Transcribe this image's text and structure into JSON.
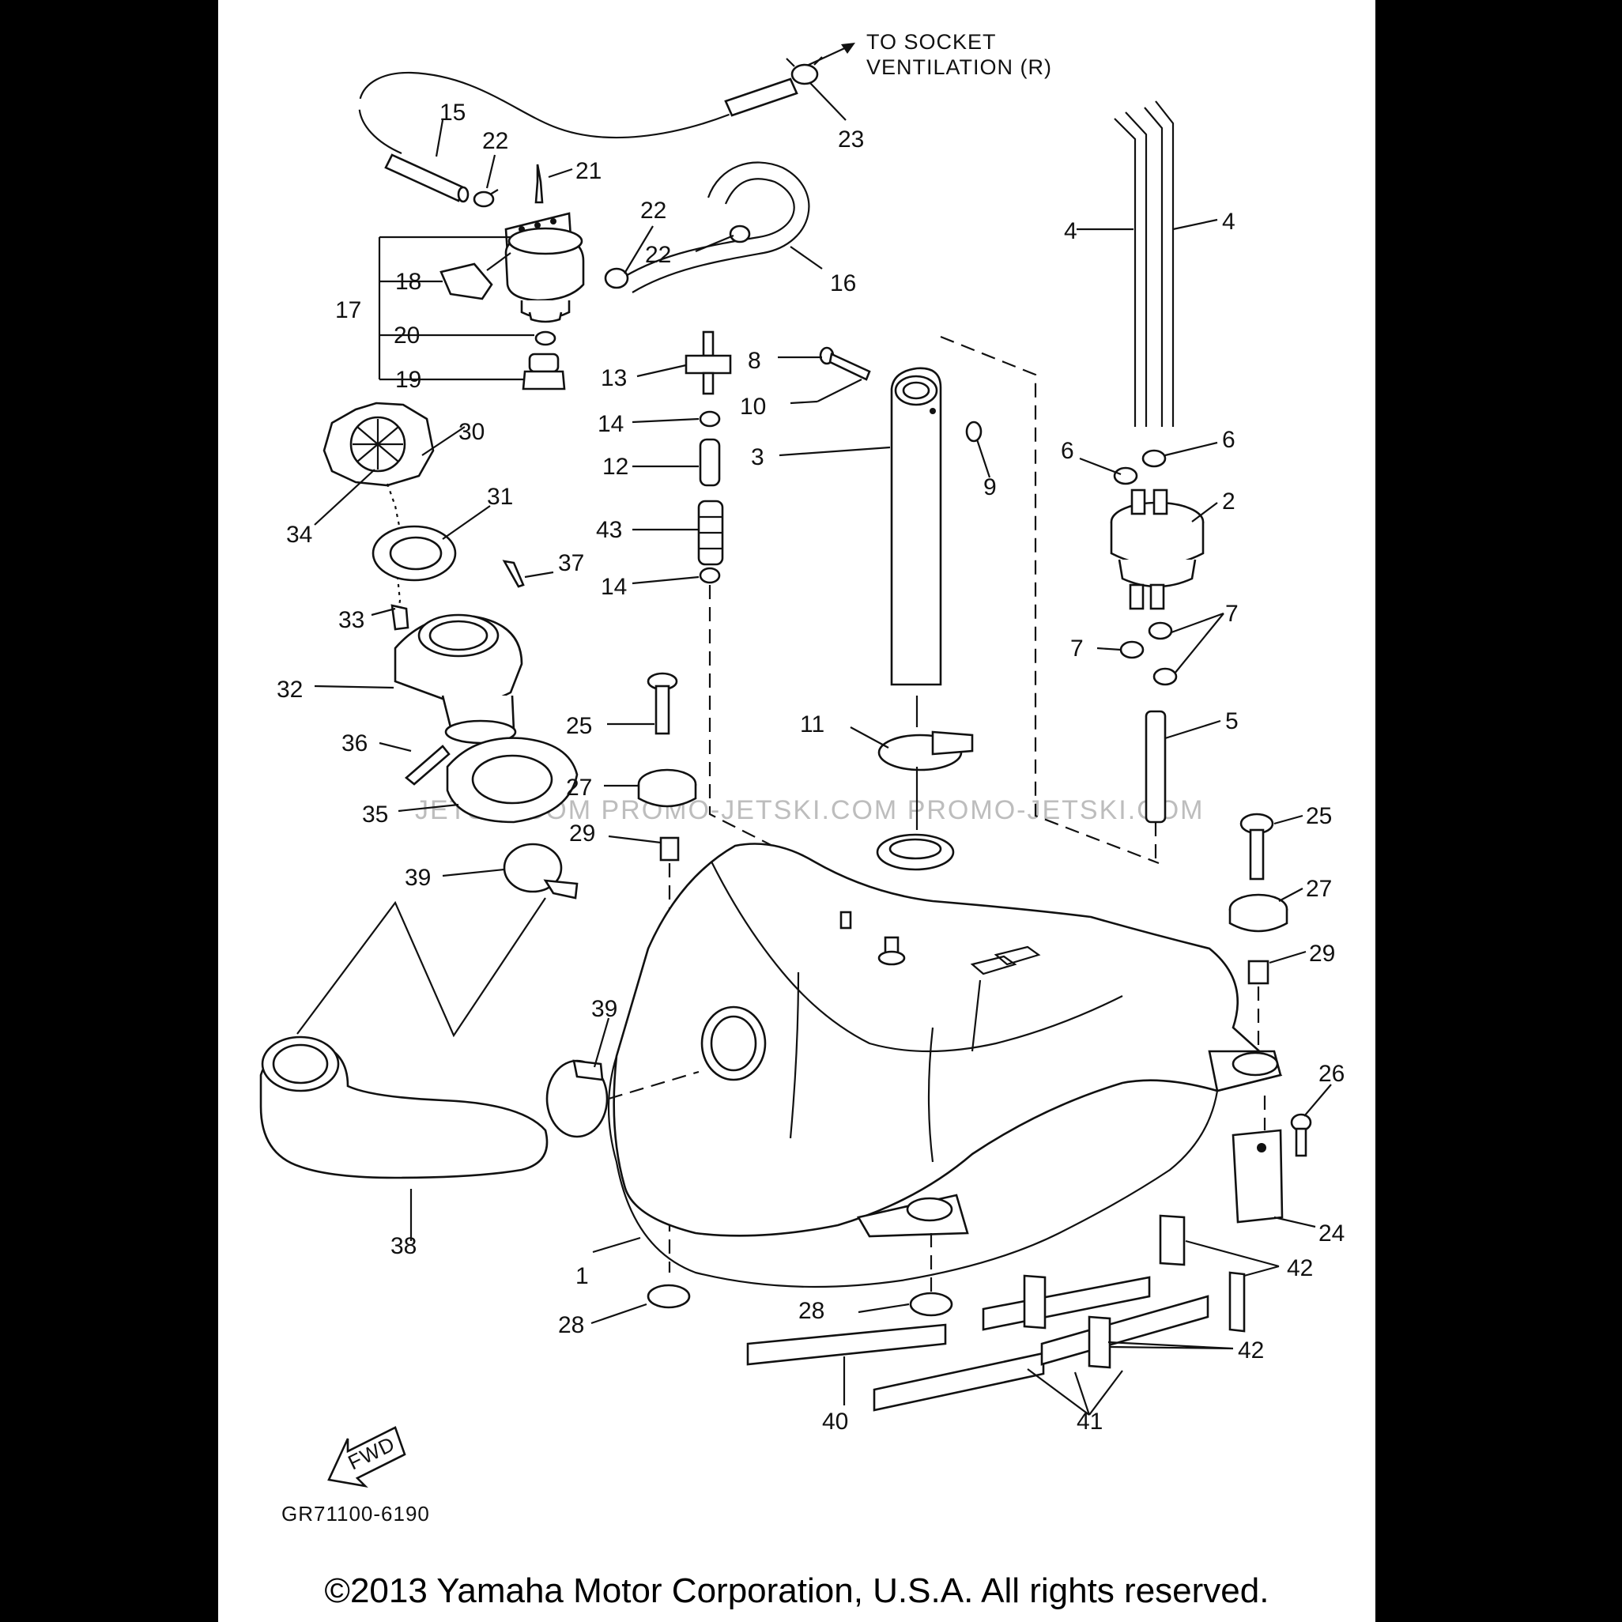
{
  "diagram": {
    "note": [
      "TO SOCKET",
      "VENTILATION (R)"
    ],
    "fwd": "FWD",
    "code": "GR71100-6190",
    "watermark": "JETSKI.COM   PROMO-JETSKI.COM   PROMO-JETSKI.COM",
    "copyright": "©2013 Yamaha Motor Corporation, U.S.A. All rights reserved.",
    "callouts": [
      {
        "id": "c15",
        "label": "15"
      },
      {
        "id": "c22a",
        "label": "22"
      },
      {
        "id": "c21",
        "label": "21"
      },
      {
        "id": "c23",
        "label": "23"
      },
      {
        "id": "c22b",
        "label": "22"
      },
      {
        "id": "c22c",
        "label": "22"
      },
      {
        "id": "c16",
        "label": "16"
      },
      {
        "id": "c17",
        "label": "17"
      },
      {
        "id": "c18",
        "label": "18"
      },
      {
        "id": "c20",
        "label": "20"
      },
      {
        "id": "c19",
        "label": "19"
      },
      {
        "id": "c13",
        "label": "13"
      },
      {
        "id": "c8",
        "label": "8"
      },
      {
        "id": "c10",
        "label": "10"
      },
      {
        "id": "c14a",
        "label": "14"
      },
      {
        "id": "c9",
        "label": "9"
      },
      {
        "id": "c3",
        "label": "3"
      },
      {
        "id": "c12",
        "label": "12"
      },
      {
        "id": "c43",
        "label": "43"
      },
      {
        "id": "c14b",
        "label": "14"
      },
      {
        "id": "c30",
        "label": "30"
      },
      {
        "id": "c31",
        "label": "31"
      },
      {
        "id": "c34",
        "label": "34"
      },
      {
        "id": "c37",
        "label": "37"
      },
      {
        "id": "c33",
        "label": "33"
      },
      {
        "id": "c32",
        "label": "32"
      },
      {
        "id": "c36",
        "label": "36"
      },
      {
        "id": "c35",
        "label": "35"
      },
      {
        "id": "c39a",
        "label": "39"
      },
      {
        "id": "c25a",
        "label": "25"
      },
      {
        "id": "c27a",
        "label": "27"
      },
      {
        "id": "c29a",
        "label": "29"
      },
      {
        "id": "c11",
        "label": "11"
      },
      {
        "id": "c4a",
        "label": "4"
      },
      {
        "id": "c4b",
        "label": "4"
      },
      {
        "id": "c6a",
        "label": "6"
      },
      {
        "id": "c6b",
        "label": "6"
      },
      {
        "id": "c2",
        "label": "2"
      },
      {
        "id": "c7a",
        "label": "7"
      },
      {
        "id": "c7b",
        "label": "7"
      },
      {
        "id": "c5",
        "label": "5"
      },
      {
        "id": "c25b",
        "label": "25"
      },
      {
        "id": "c27b",
        "label": "27"
      },
      {
        "id": "c29b",
        "label": "29"
      },
      {
        "id": "c26",
        "label": "26"
      },
      {
        "id": "c24",
        "label": "24"
      },
      {
        "id": "c39b",
        "label": "39"
      },
      {
        "id": "c38",
        "label": "38"
      },
      {
        "id": "c1",
        "label": "1"
      },
      {
        "id": "c28a",
        "label": "28"
      },
      {
        "id": "c28b",
        "label": "28"
      },
      {
        "id": "c42a",
        "label": "42"
      },
      {
        "id": "c42b",
        "label": "42"
      },
      {
        "id": "c40",
        "label": "40"
      },
      {
        "id": "c41",
        "label": "41"
      }
    ]
  }
}
